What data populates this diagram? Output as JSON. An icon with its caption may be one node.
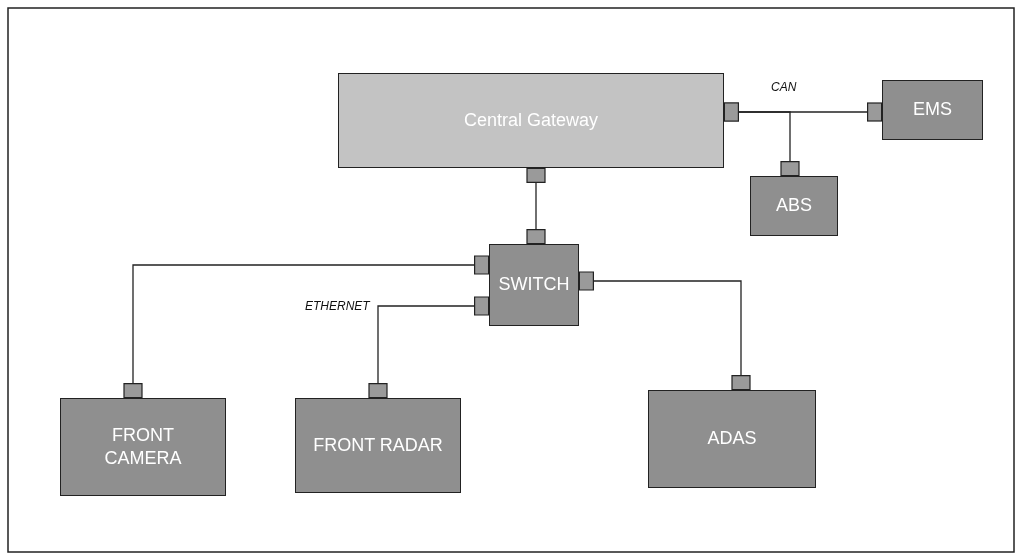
{
  "diagram": {
    "nodes": [
      {
        "text": [
          "Central Gateway"
        ]
      },
      {
        "text": [
          "EMS"
        ]
      },
      {
        "text": [
          "ABS"
        ]
      },
      {
        "text": [
          "SWITCH"
        ]
      },
      {
        "text": [
          "FRONT CAMERA"
        ]
      },
      {
        "text": [
          "FRONT RADAR"
        ]
      },
      {
        "text": [
          "ADAS"
        ]
      }
    ],
    "edges": [
      {
        "from": 0,
        "to": 1,
        "arrow": "other"
      },
      {
        "from": 0,
        "to": 2,
        "arrow": "other"
      },
      {
        "from": 0,
        "to": 3,
        "arrow": "other"
      },
      {
        "from": 3,
        "to": 4,
        "arrow": "other"
      },
      {
        "from": 3,
        "to": 5,
        "arrow": "other"
      },
      {
        "from": 3,
        "to": 6,
        "arrow": "other"
      }
    ],
    "labels": [
      "CAN",
      "ETHERNET"
    ]
  }
}
